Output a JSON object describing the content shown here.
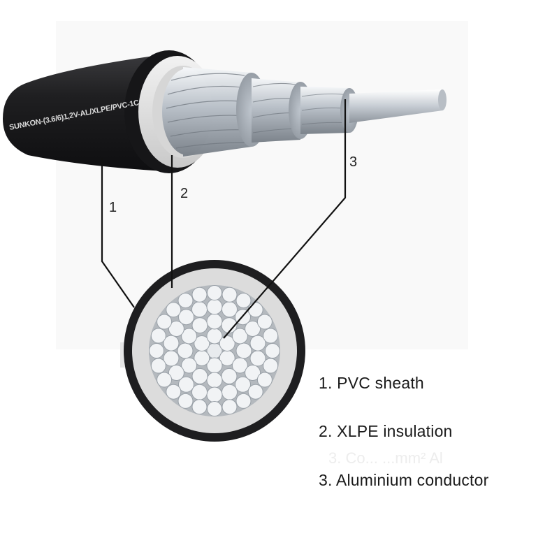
{
  "diagram": {
    "cable_print": "SUNKON-(3.6/6)1,2V-AL/XLPE/PVC-1C",
    "callouts": [
      "1",
      "2",
      "3"
    ],
    "legend": [
      {
        "label": "1. PVC sheath"
      },
      {
        "label": "2. XLPE insulation"
      },
      {
        "label": "3. Aluminium conductor"
      }
    ],
    "ghost_label": "3. Co... ...mm² Al",
    "colors": {
      "sheath": "#1c1c1e",
      "insulation": "#e2e2e2",
      "conductor": "#c9cfd6",
      "leader_lines": "#111111",
      "background": "#ffffff"
    }
  }
}
